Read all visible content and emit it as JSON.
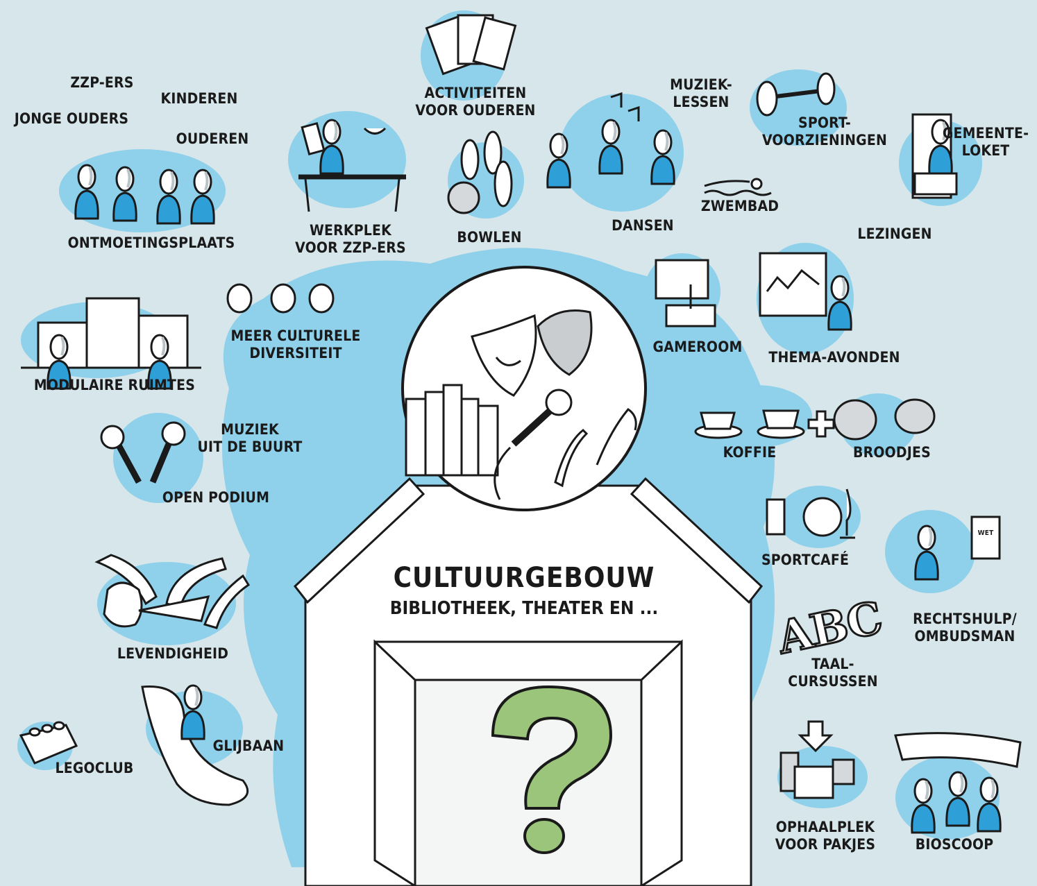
{
  "colors": {
    "background": "#d6e6ea",
    "blob": "#8fd0ea",
    "accent": "#2f9fd8",
    "question": "#9bc57a",
    "ink": "#1a1a1a"
  },
  "center": {
    "title": "CULTUURGEBOUW",
    "subtitle": "BIBLIOTHEEK, THEATER EN ...",
    "door_symbol": "?"
  },
  "labels": {
    "zzp_ers": "ZZP-ERS",
    "jonge_ouders": "JONGE OUDERS",
    "kinderen": "KINDEREN",
    "ouderen": "OUDEREN",
    "ontmoetingsplaats": "ONTMOETINGSPLAATS",
    "werkplek": [
      "WERKPLEK",
      "VOOR ZZP-ERS"
    ],
    "activiteiten": [
      "ACTIVITEITEN",
      "VOOR OUDEREN"
    ],
    "bowlen": "BOWLEN",
    "dansen": "DANSEN",
    "muzieklessen": [
      "MUZIEK-",
      "LESSEN"
    ],
    "sport": [
      "SPORT-",
      "VOORZIENINGEN"
    ],
    "zwembad": "ZWEMBAD",
    "gemeenteloket": [
      "GEMEENTE-",
      "LOKET"
    ],
    "lezingen": "LEZINGEN",
    "gameroom": "GAMEROOM",
    "thema_avonden": "THEMA-AVONDEN",
    "modulaire_ruimtes": "MODULAIRE RUIMTES",
    "diversiteit": [
      "MEER CULTURELE",
      "DIVERSITEIT"
    ],
    "koffie": "KOFFIE",
    "broodjes": "BROODJES",
    "muziek_buurt": [
      "MUZIEK",
      "UIT DE BUURT"
    ],
    "open_podium": "OPEN PODIUM",
    "sportcafe": "SPORTCAFÉ",
    "rechtshulp": [
      "RECHTSHULP/",
      "OMBUDSMAN"
    ],
    "wet": "WET",
    "levendigheid": "LEVENDIGHEID",
    "abc": "ABC",
    "taalcursussen": [
      "TAAL-",
      "CURSUSSEN"
    ],
    "glijbaan": "GLIJBAAN",
    "legoclub": "LEGOCLUB",
    "ophaalplek": [
      "OPHAALPLEK",
      "VOOR PAKJES"
    ],
    "bioscoop": "BIOSCOOP"
  },
  "icons": [
    "people-icon",
    "desk-icon",
    "cards-icon",
    "bowling-icon",
    "dancers-icon",
    "dumbbell-icon",
    "swimmer-icon",
    "counter-icon",
    "screen-icon",
    "presenter-icon",
    "faces-icon",
    "rooms-icon",
    "coffee-icon",
    "sandwich-icon",
    "microphone-icon",
    "drinks-icon",
    "judge-icon",
    "arrows-icon",
    "slide-icon",
    "lego-icon",
    "package-icon",
    "film-icon",
    "masks-icon",
    "books-icon",
    "notes-icon",
    "question-icon"
  ]
}
